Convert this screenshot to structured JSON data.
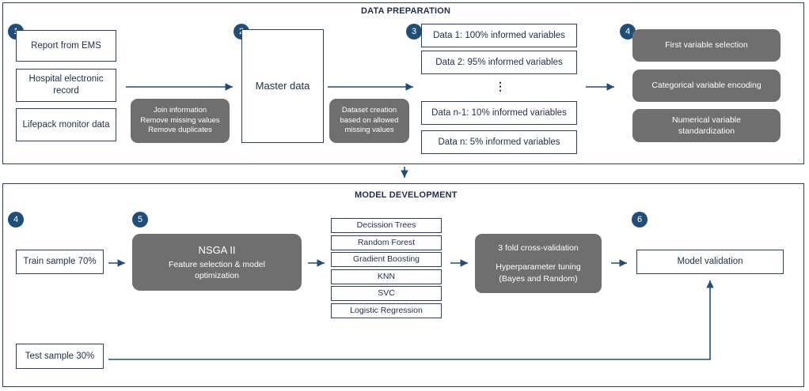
{
  "data_preparation": {
    "title": "DATA PREPARATION",
    "step1": {
      "badge": "1",
      "sources": [
        "Report from EMS",
        "Hospital electronic record",
        "Lifepack monitor data"
      ]
    },
    "join_box": [
      "Join information",
      "Remove missing values",
      "Remove duplicates"
    ],
    "step2": {
      "badge": "2",
      "label": "Master data"
    },
    "dataset_box": [
      "Dataset creation",
      "based on allowed",
      "missing values"
    ],
    "step3": {
      "badge": "3",
      "datasets": [
        "Data 1: 100% informed variables",
        "Data 2: 95% informed variables",
        "Data n-1: 10% informed variables",
        "Data n: 5% informed variables"
      ],
      "ellipsis": "⋮"
    },
    "step4": {
      "badge": "4",
      "items": [
        "First variable selection",
        "Categorical variable encoding",
        "Numerical variable standardization"
      ]
    }
  },
  "model_development": {
    "title": "MODEL DEVELOPMENT",
    "badge_train": "4",
    "train_label": "Train sample 70%",
    "test_label": "Test sample 30%",
    "nsga": {
      "badge": "5",
      "title": "NSGA II",
      "subtitle": "Feature selection & model optimization"
    },
    "models": [
      "Decission Trees",
      "Random Forest",
      "Gradient Boosting",
      "KNN",
      "SVC",
      "Logistic Regression"
    ],
    "cv": {
      "line1": "3 fold cross-validation",
      "line2": "Hyperparameter tuning",
      "line3": "(Bayes and Random)"
    },
    "validation": {
      "badge": "6",
      "label": "Model validation"
    }
  },
  "colors": {
    "navy": "#1f4e79",
    "border": "#2c3e63",
    "gray_box": "#6f6f6f"
  }
}
